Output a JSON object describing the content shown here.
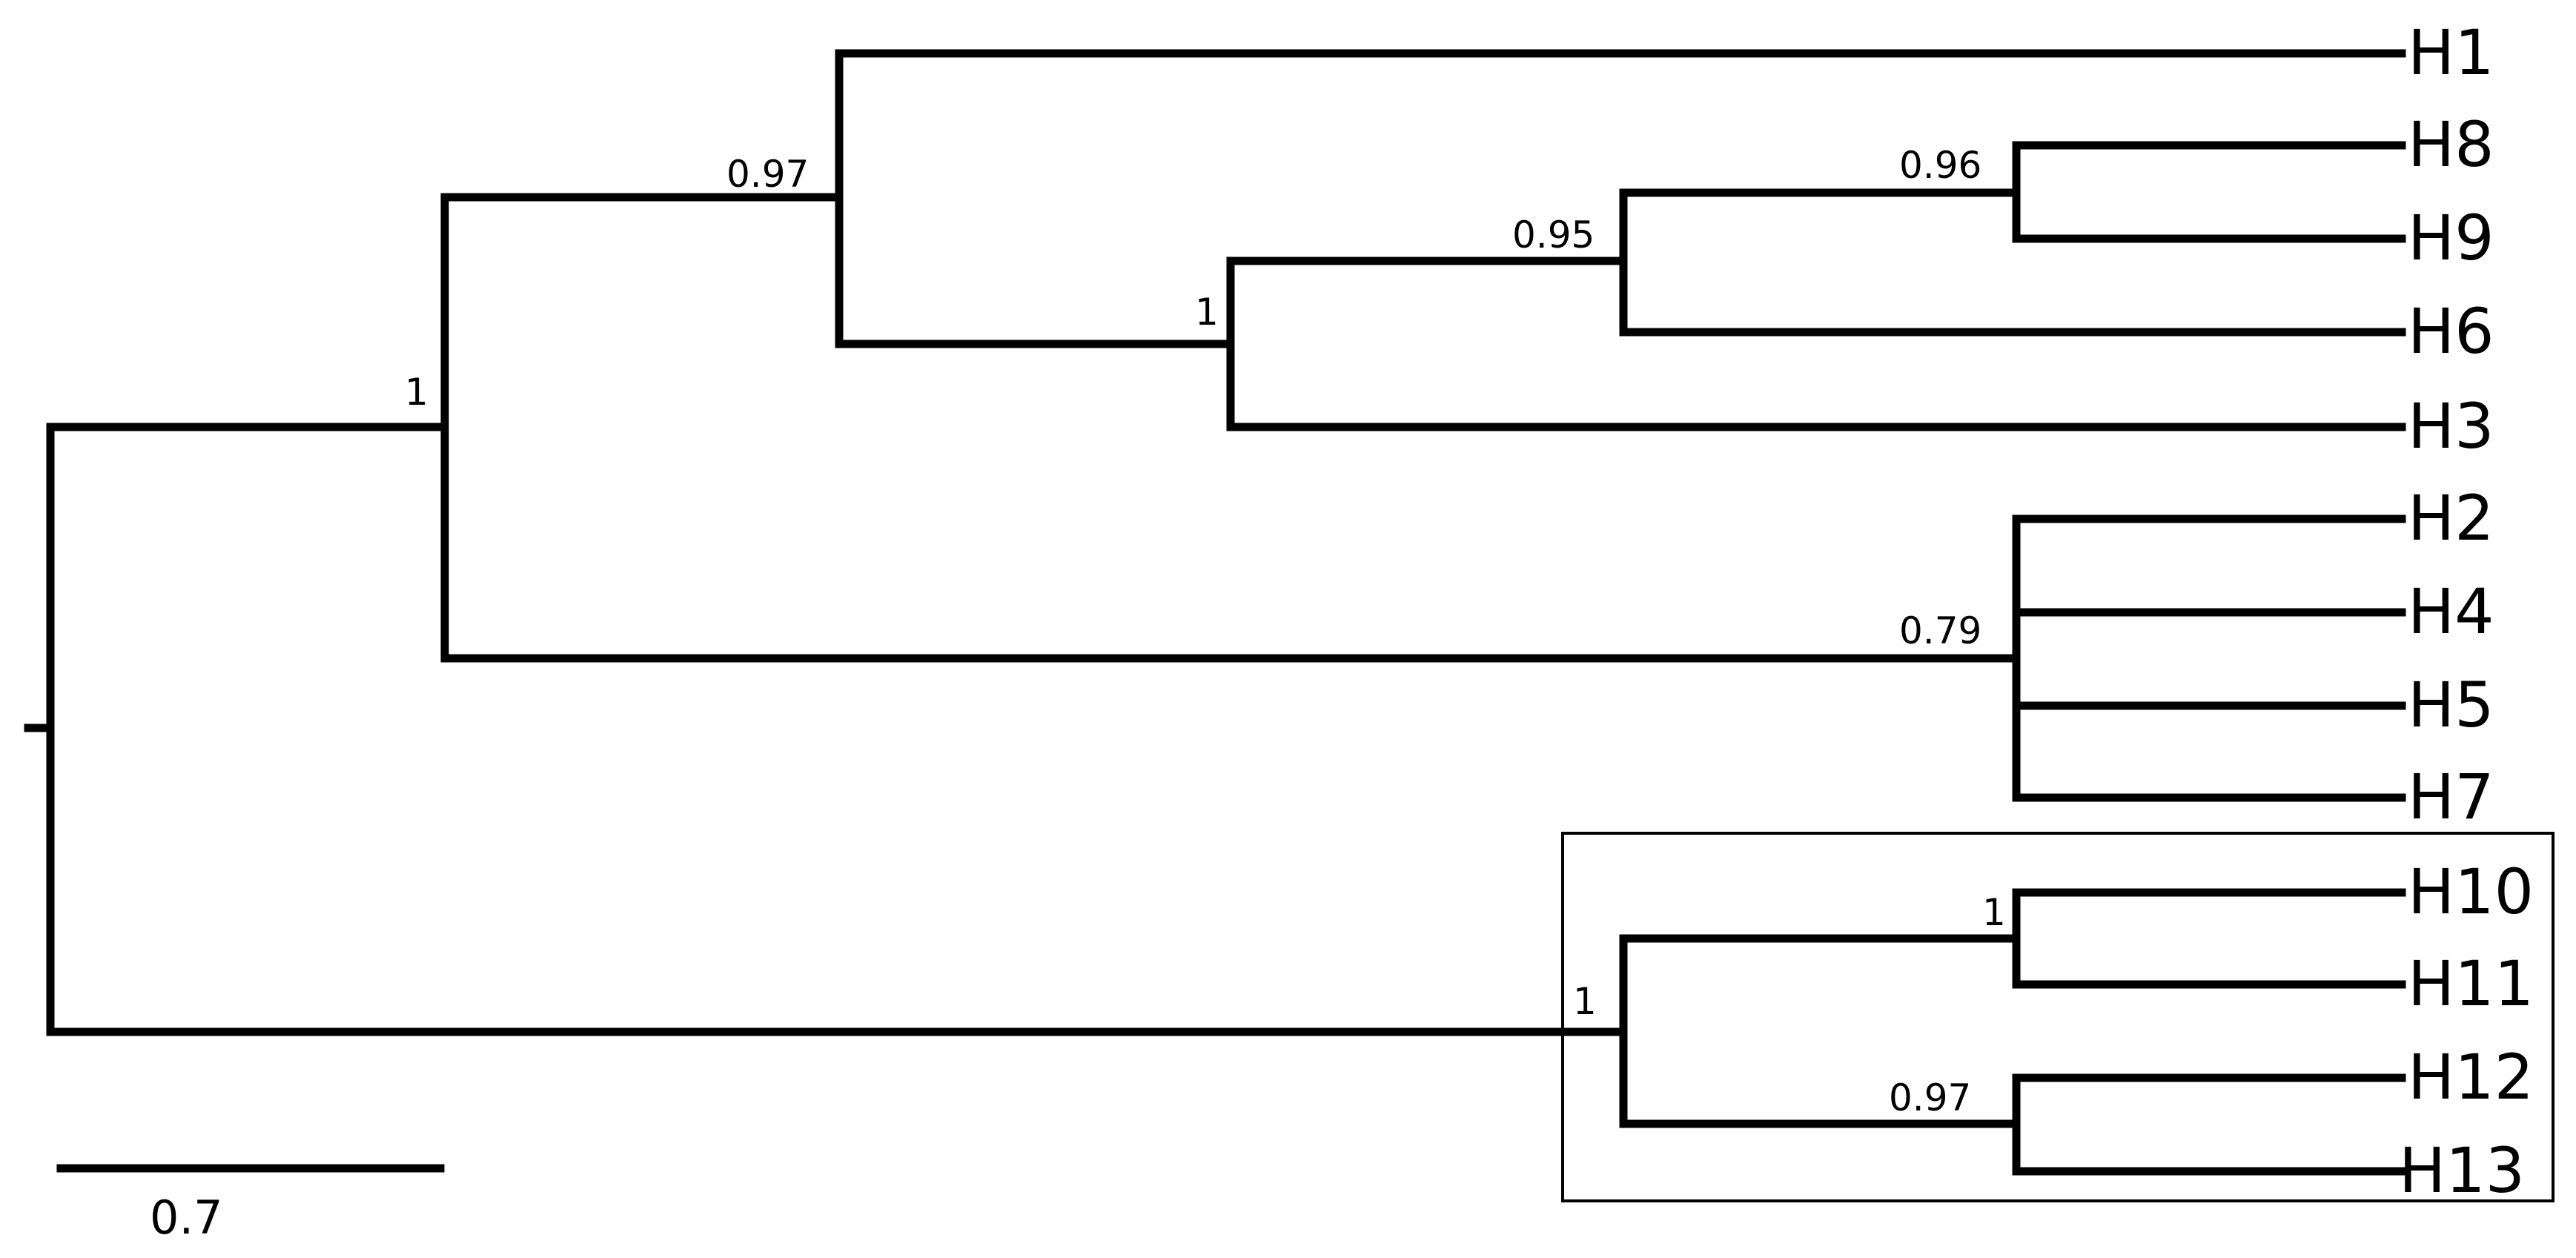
{
  "tree": {
    "tips": [
      "H1",
      "H8",
      "H9",
      "H6",
      "H3",
      "H2",
      "H4",
      "H5",
      "H7",
      "H10",
      "H11",
      "H12",
      "H13"
    ],
    "support": {
      "clade_all_but_outgroup": "1",
      "clade_H1_H8_H9_H6_H3": "0.97",
      "clade_H8_H9_H6_H3": "1",
      "clade_H8_H9_H6": "0.95",
      "clade_H8_H9": "0.96",
      "clade_H2_H4_H5_H7": "0.79",
      "clade_H10_H11_H12_H13": "1",
      "clade_H10_H11": "1",
      "clade_H12_H13": "0.97"
    },
    "scale_bar": {
      "label": "0.7"
    },
    "highlight_box": [
      "H10",
      "H11",
      "H12",
      "H13"
    ]
  }
}
